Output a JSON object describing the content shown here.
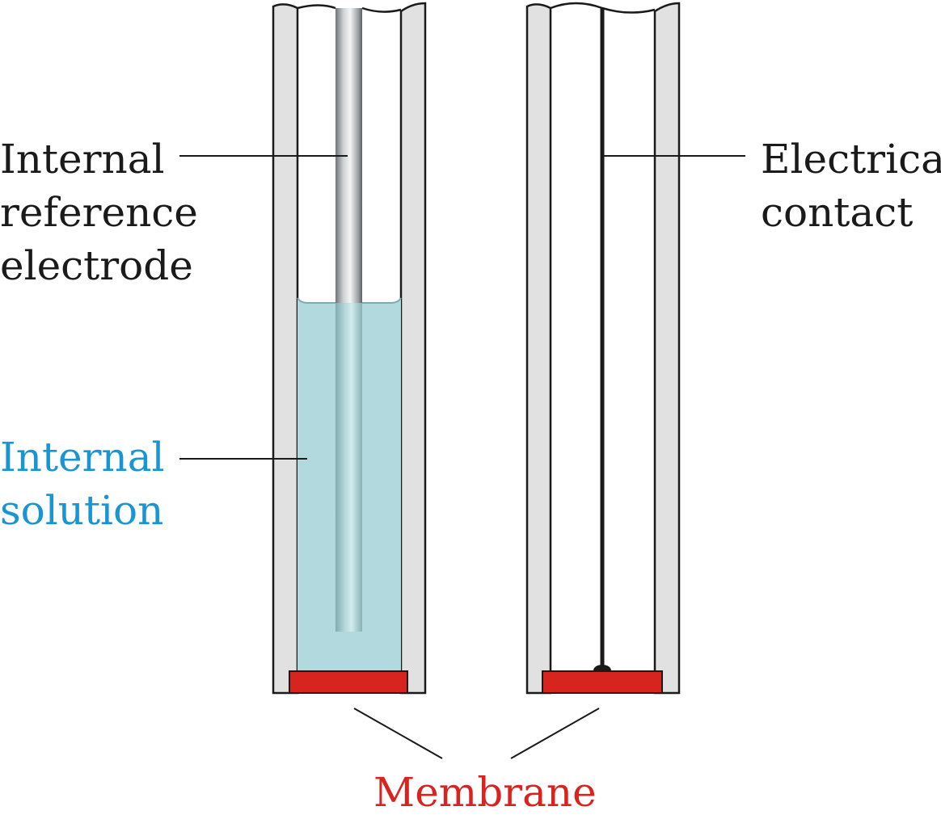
{
  "labels": {
    "internal_reference_electrode": [
      "Internal",
      "reference",
      "electrode"
    ],
    "internal_solution": [
      "Internal",
      "solution"
    ],
    "electrical_contact": [
      "Electrical",
      "contact"
    ],
    "membrane": "Membrane"
  },
  "colors": {
    "glass_wall": "#e1e1e1",
    "outline": "#1a1a1a",
    "solution": "#b2dade",
    "membrane": "#d8241f",
    "label_dark": "#1a1a1a",
    "label_solution": "#1a95d4",
    "label_membrane": "#d8241f"
  }
}
